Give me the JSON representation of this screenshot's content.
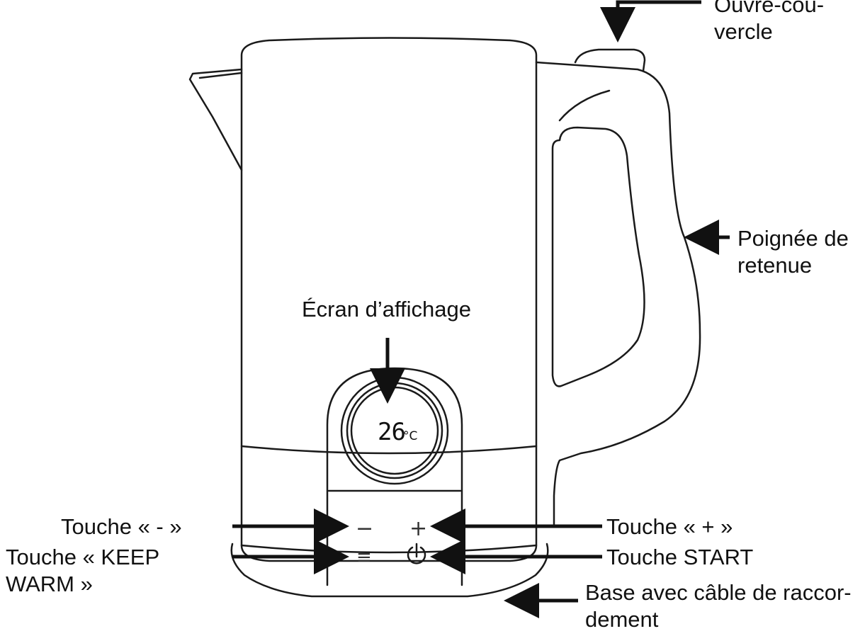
{
  "labels": {
    "lid_opener": [
      "Ouvre-cou-",
      "vercle"
    ],
    "handle": [
      "Poignée de",
      "retenue"
    ],
    "display_screen": "Écran d’affichage",
    "minus_key": "Touche « - »",
    "keep_warm_key": [
      "Touche « KEEP",
      "WARM »"
    ],
    "plus_key": "Touche « + »",
    "start_key": "Touche START",
    "base": [
      "Base avec câble de raccor-",
      "dement"
    ]
  },
  "display": {
    "temperature": "26",
    "unit": "°C"
  },
  "buttons": {
    "minus": "−",
    "plus": "+",
    "keep_warm": "≡"
  }
}
